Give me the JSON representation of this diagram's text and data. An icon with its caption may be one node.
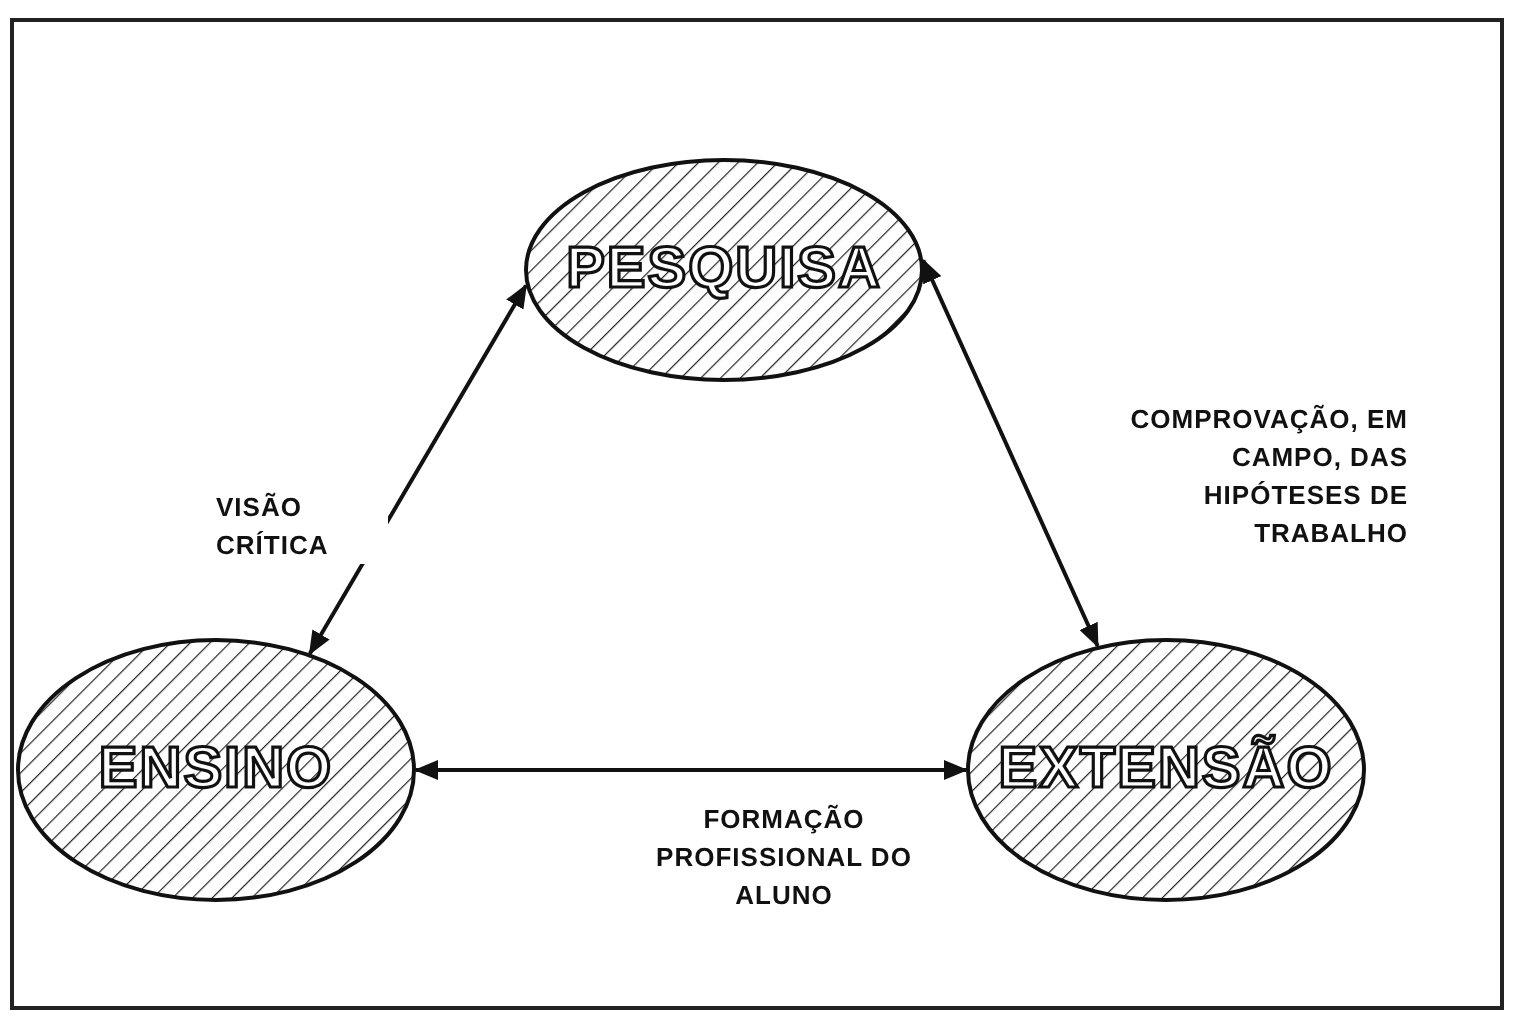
{
  "diagram": {
    "nodes": [
      {
        "text": [
          "PESQUISA"
        ]
      },
      {
        "text": [
          "ENSINO"
        ]
      },
      {
        "text": [
          "EXTENSÃO"
        ]
      }
    ],
    "edges": [
      {
        "from": 0,
        "to": 1,
        "arrow": "both",
        "label": "VISÃO CRÍTICA"
      },
      {
        "from": 0,
        "to": 2,
        "arrow": "both",
        "label": "COMPROVAÇÃO, EM CAMPO, DAS HIPÓTESES DE TRABALHO"
      },
      {
        "from": 1,
        "to": 2,
        "arrow": "both",
        "label": "FORMAÇÃO PROFISSIONAL DO ALUNO"
      }
    ]
  }
}
